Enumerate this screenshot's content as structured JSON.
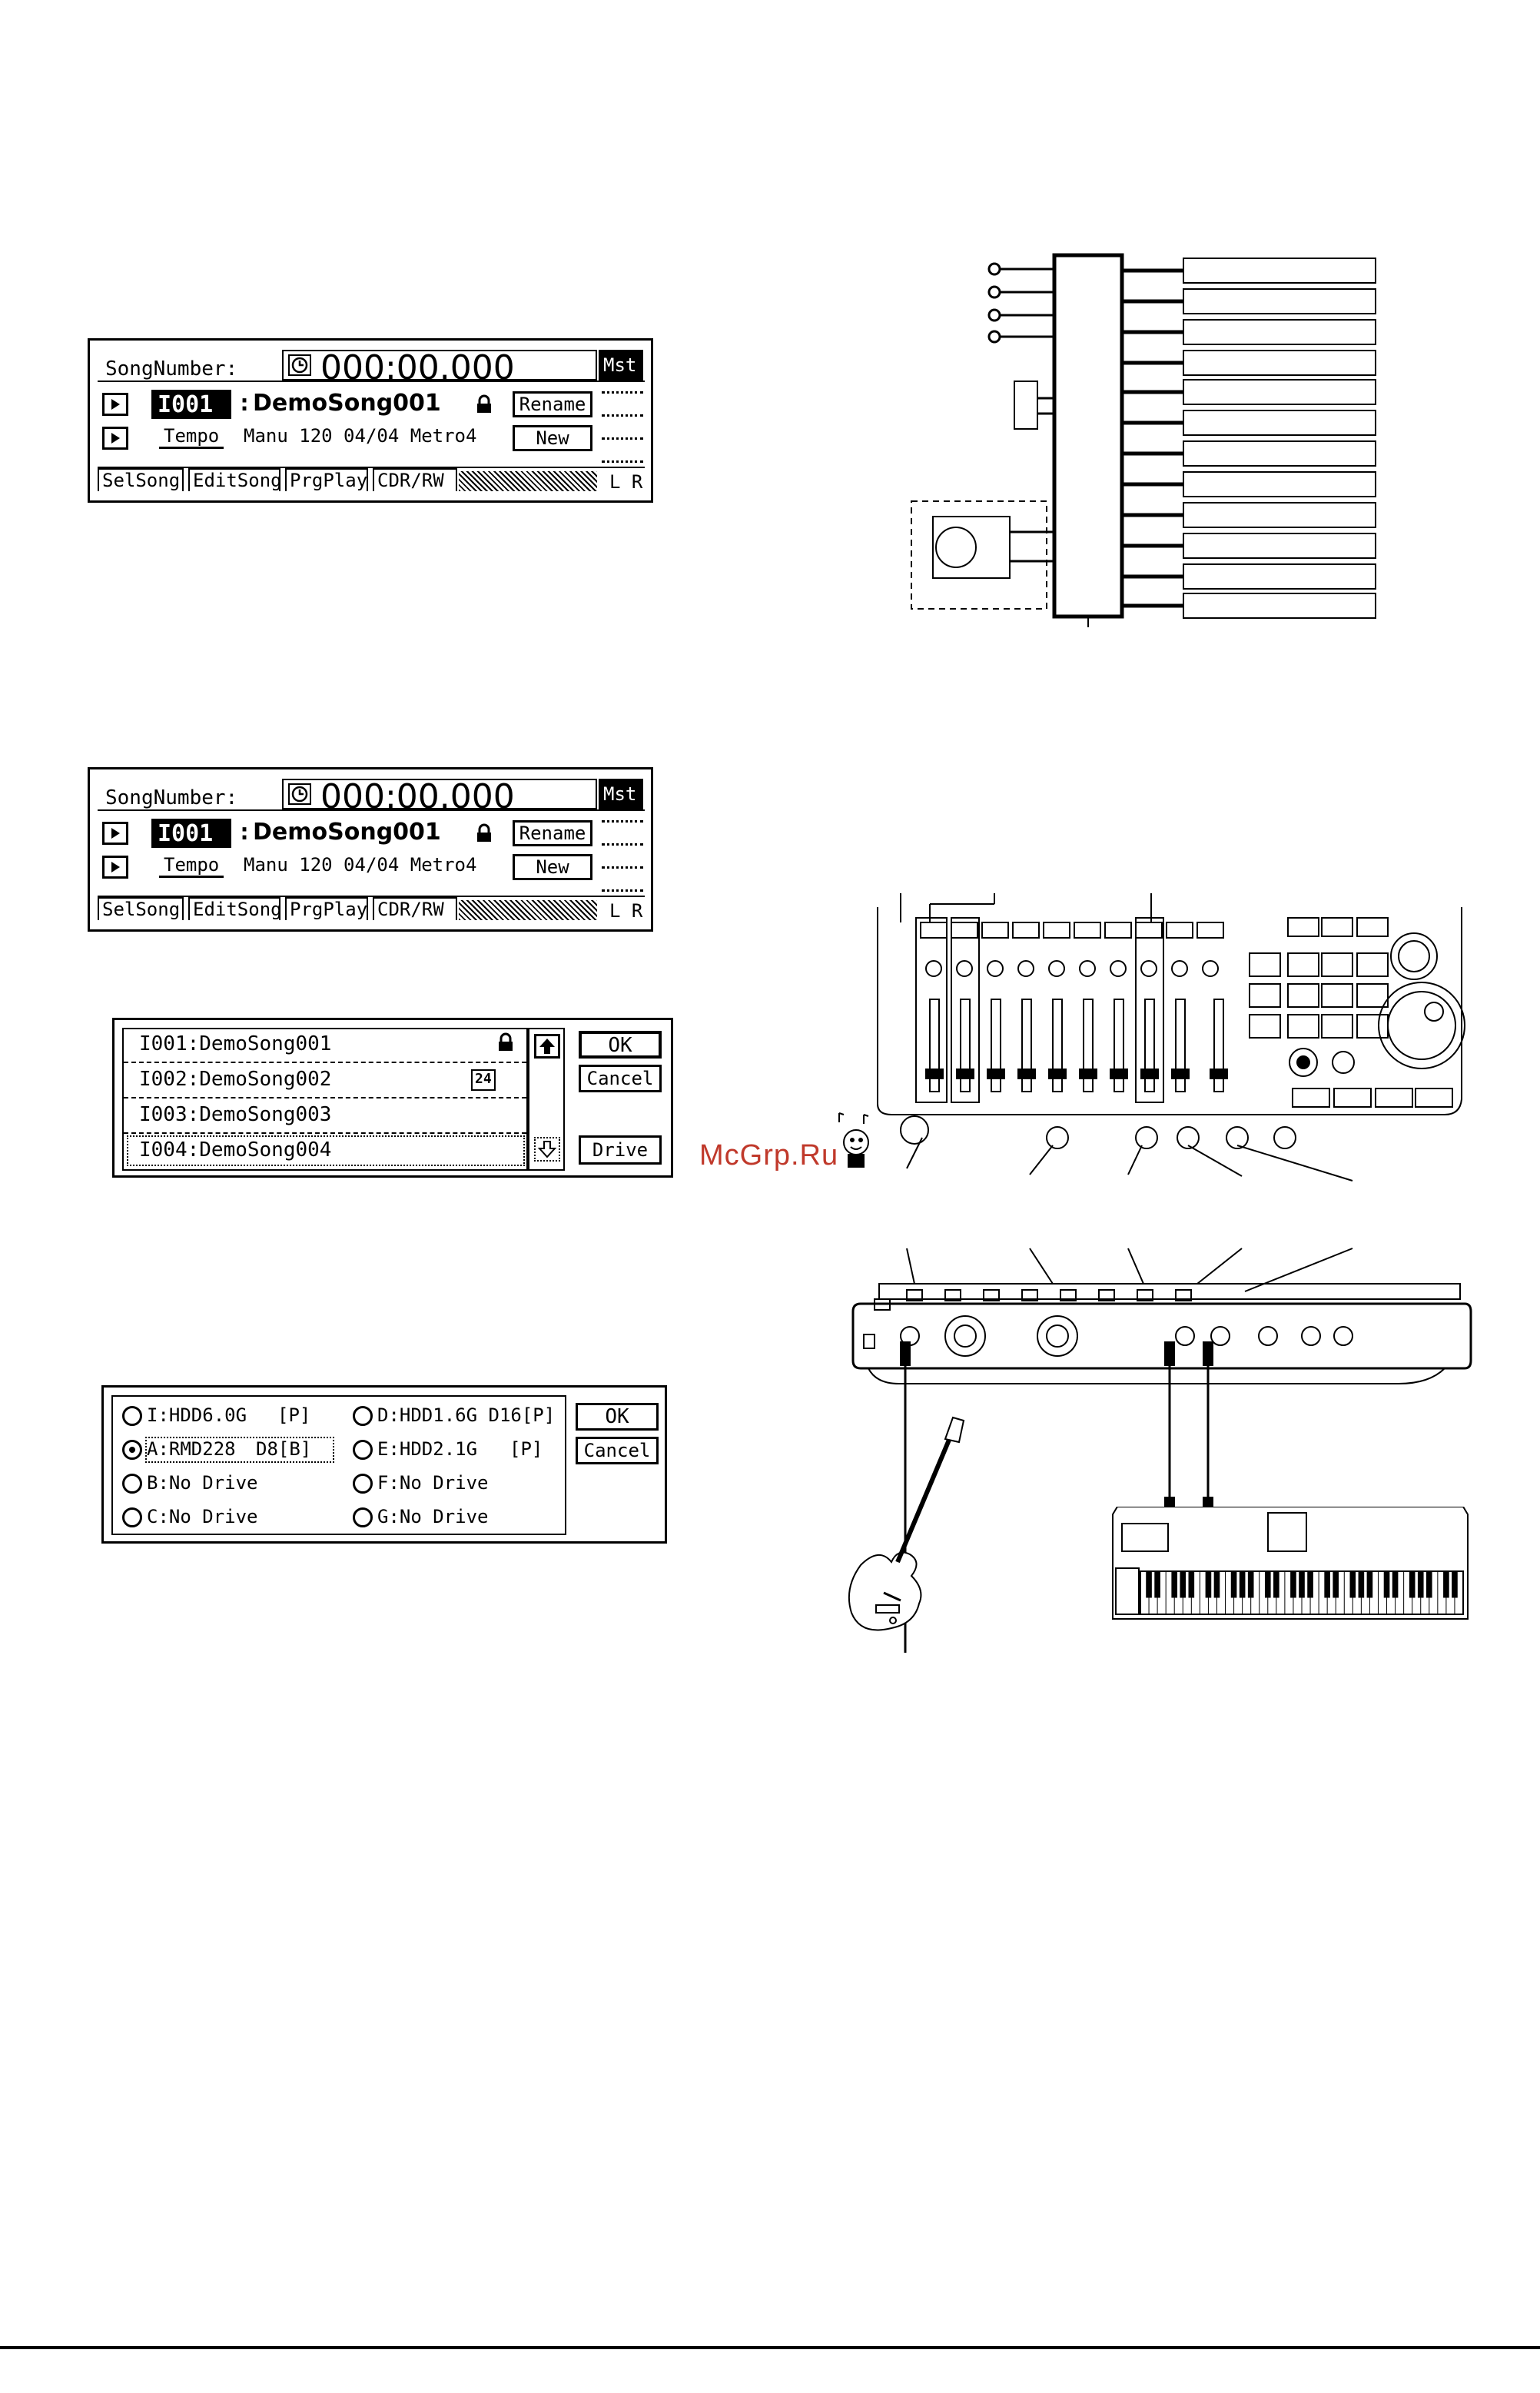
{
  "screen1": {
    "song_number_label": "SongNumber:",
    "time": "000:00.000",
    "mst": "Mst",
    "song_id": "I001",
    "song_sep": ":",
    "song_name": "DemoSong001",
    "rename": "Rename",
    "tempo": "Tempo",
    "tempo_info": "Manu 120 04/04 Metro4",
    "new": "New",
    "tabs": [
      "SelSong",
      "EditSong",
      "PrgPlay",
      "CDR/RW"
    ],
    "lr": "L R"
  },
  "screen2": {
    "song_number_label": "SongNumber:",
    "time": "000:00.000",
    "mst": "Mst",
    "song_id": "I001",
    "song_sep": ":",
    "song_name": "DemoSong001",
    "rename": "Rename",
    "tempo": "Tempo",
    "tempo_info": "Manu 120 04/04 Metro4",
    "new": "New",
    "tabs": [
      "SelSong",
      "EditSong",
      "PrgPlay",
      "CDR/RW"
    ],
    "lr": "L R"
  },
  "song_list": {
    "items": [
      "I001:DemoSong001",
      "I002:DemoSong002",
      "I003:DemoSong003",
      "I004:DemoSong004"
    ],
    "badge": "24",
    "ok": "OK",
    "cancel": "Cancel",
    "drive": "Drive"
  },
  "drive_select": {
    "left": [
      {
        "label": "I:HDD6.0G",
        "flag": "[P]"
      },
      {
        "label": "A:RMD228",
        "flag": "D8[B]"
      },
      {
        "label": "B:No Drive",
        "flag": ""
      },
      {
        "label": "C:No Drive",
        "flag": ""
      }
    ],
    "right": [
      {
        "label": "D:HDD1.6G D16[P]",
        "flag": ""
      },
      {
        "label": "E:HDD2.1G",
        "flag": "[P]"
      },
      {
        "label": "F:No Drive",
        "flag": ""
      },
      {
        "label": "G:No Drive",
        "flag": ""
      }
    ],
    "ok": "OK",
    "cancel": "Cancel"
  },
  "watermark": "McGrp.Ru",
  "icons": [
    "clock-icon",
    "lock-icon",
    "play-icon",
    "scroll-up-icon",
    "scroll-down-icon",
    "guitar-icon",
    "keyboard-icon",
    "mixer-icon"
  ]
}
